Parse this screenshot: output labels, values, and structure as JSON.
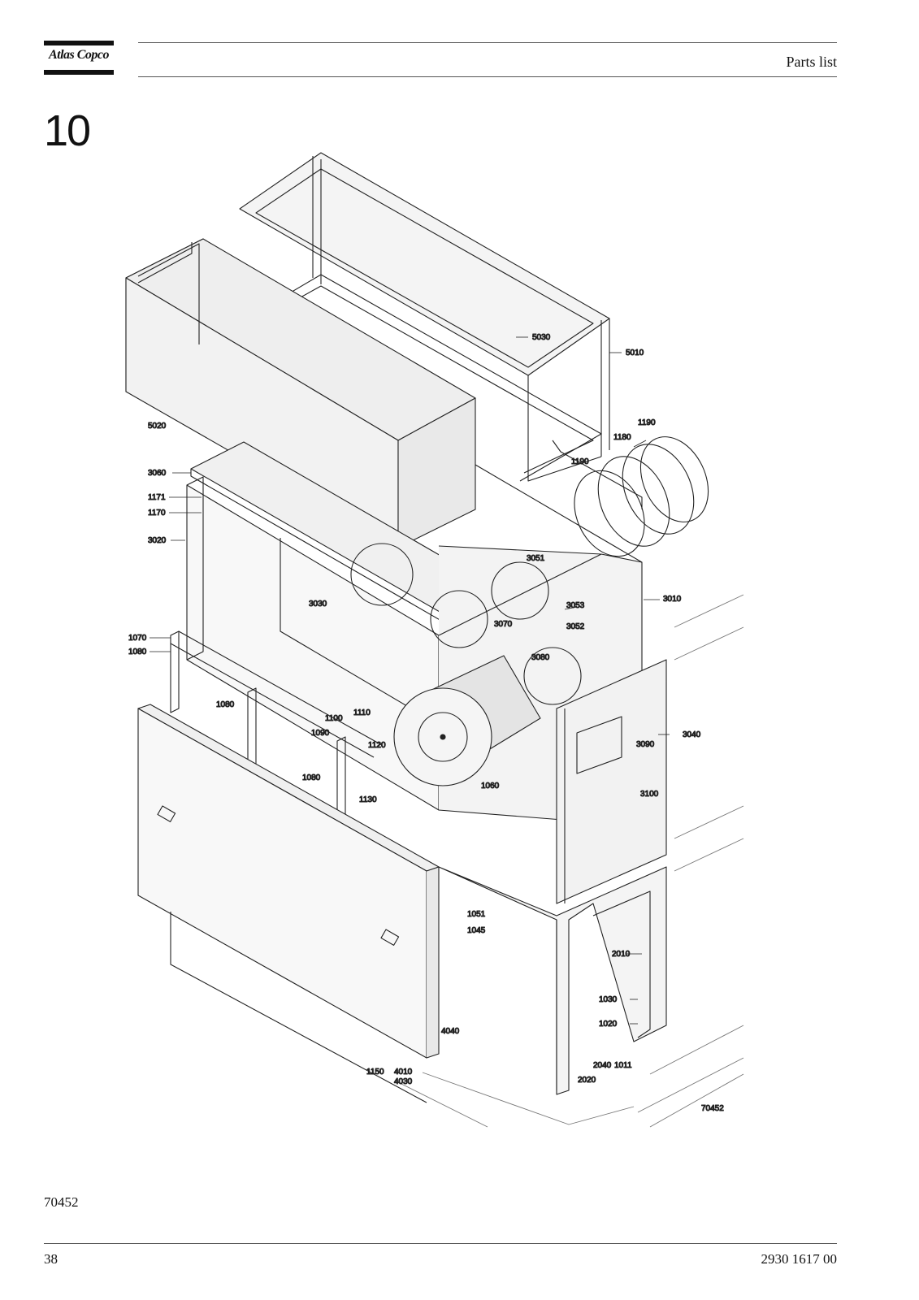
{
  "header": {
    "brand": "Atlas Copco",
    "title": "Parts list"
  },
  "section": {
    "number": "10"
  },
  "drawing": {
    "drawing_number": "70452",
    "callouts": [
      "5030",
      "5010",
      "5020",
      "1190",
      "1180",
      "1190b",
      "3060",
      "1171",
      "1170",
      "3020",
      "3051",
      "3030",
      "3070",
      "3053",
      "3052",
      "3010",
      "1070",
      "1080",
      "3080",
      "1080b",
      "1110",
      "1100",
      "1090",
      "1120",
      "1080c",
      "1130",
      "1060",
      "3090",
      "3040",
      "3100",
      "1051",
      "1045",
      "2010",
      "1030",
      "1020",
      "4040",
      "1150",
      "4010",
      "4030",
      "2040",
      "1011",
      "2020"
    ]
  },
  "callout_text": {
    "c5030": "5030",
    "c5010": "5010",
    "c5020": "5020",
    "c1190": "1190",
    "c1180": "1180",
    "c1190b": "1190",
    "c3060": "3060",
    "c1171": "1171",
    "c1170": "1170",
    "c3020": "3020",
    "c3051": "3051",
    "c3030": "3030",
    "c3070": "3070",
    "c3053": "3053",
    "c3052": "3052",
    "c3010": "3010",
    "c1070": "1070",
    "c1080": "1080",
    "c3080": "3080",
    "c1080b": "1080",
    "c1110": "1110",
    "c1100": "1100",
    "c1090": "1090",
    "c1120": "1120",
    "c1080c": "1080",
    "c1130": "1130",
    "c1060": "1060",
    "c3090": "3090",
    "c3040": "3040",
    "c3100": "3100",
    "c1051": "1051",
    "c1045": "1045",
    "c2010": "2010",
    "c1030": "1030",
    "c1020": "1020",
    "c4040": "4040",
    "c1150": "1150",
    "c4010": "4010",
    "c4030": "4030",
    "c2040": "2040",
    "c1011": "1011",
    "c2020": "2020",
    "drawing_no": "70452"
  },
  "footer": {
    "figure_ref": "70452",
    "page_number": "38",
    "doc_number": "2930 1617 00"
  }
}
